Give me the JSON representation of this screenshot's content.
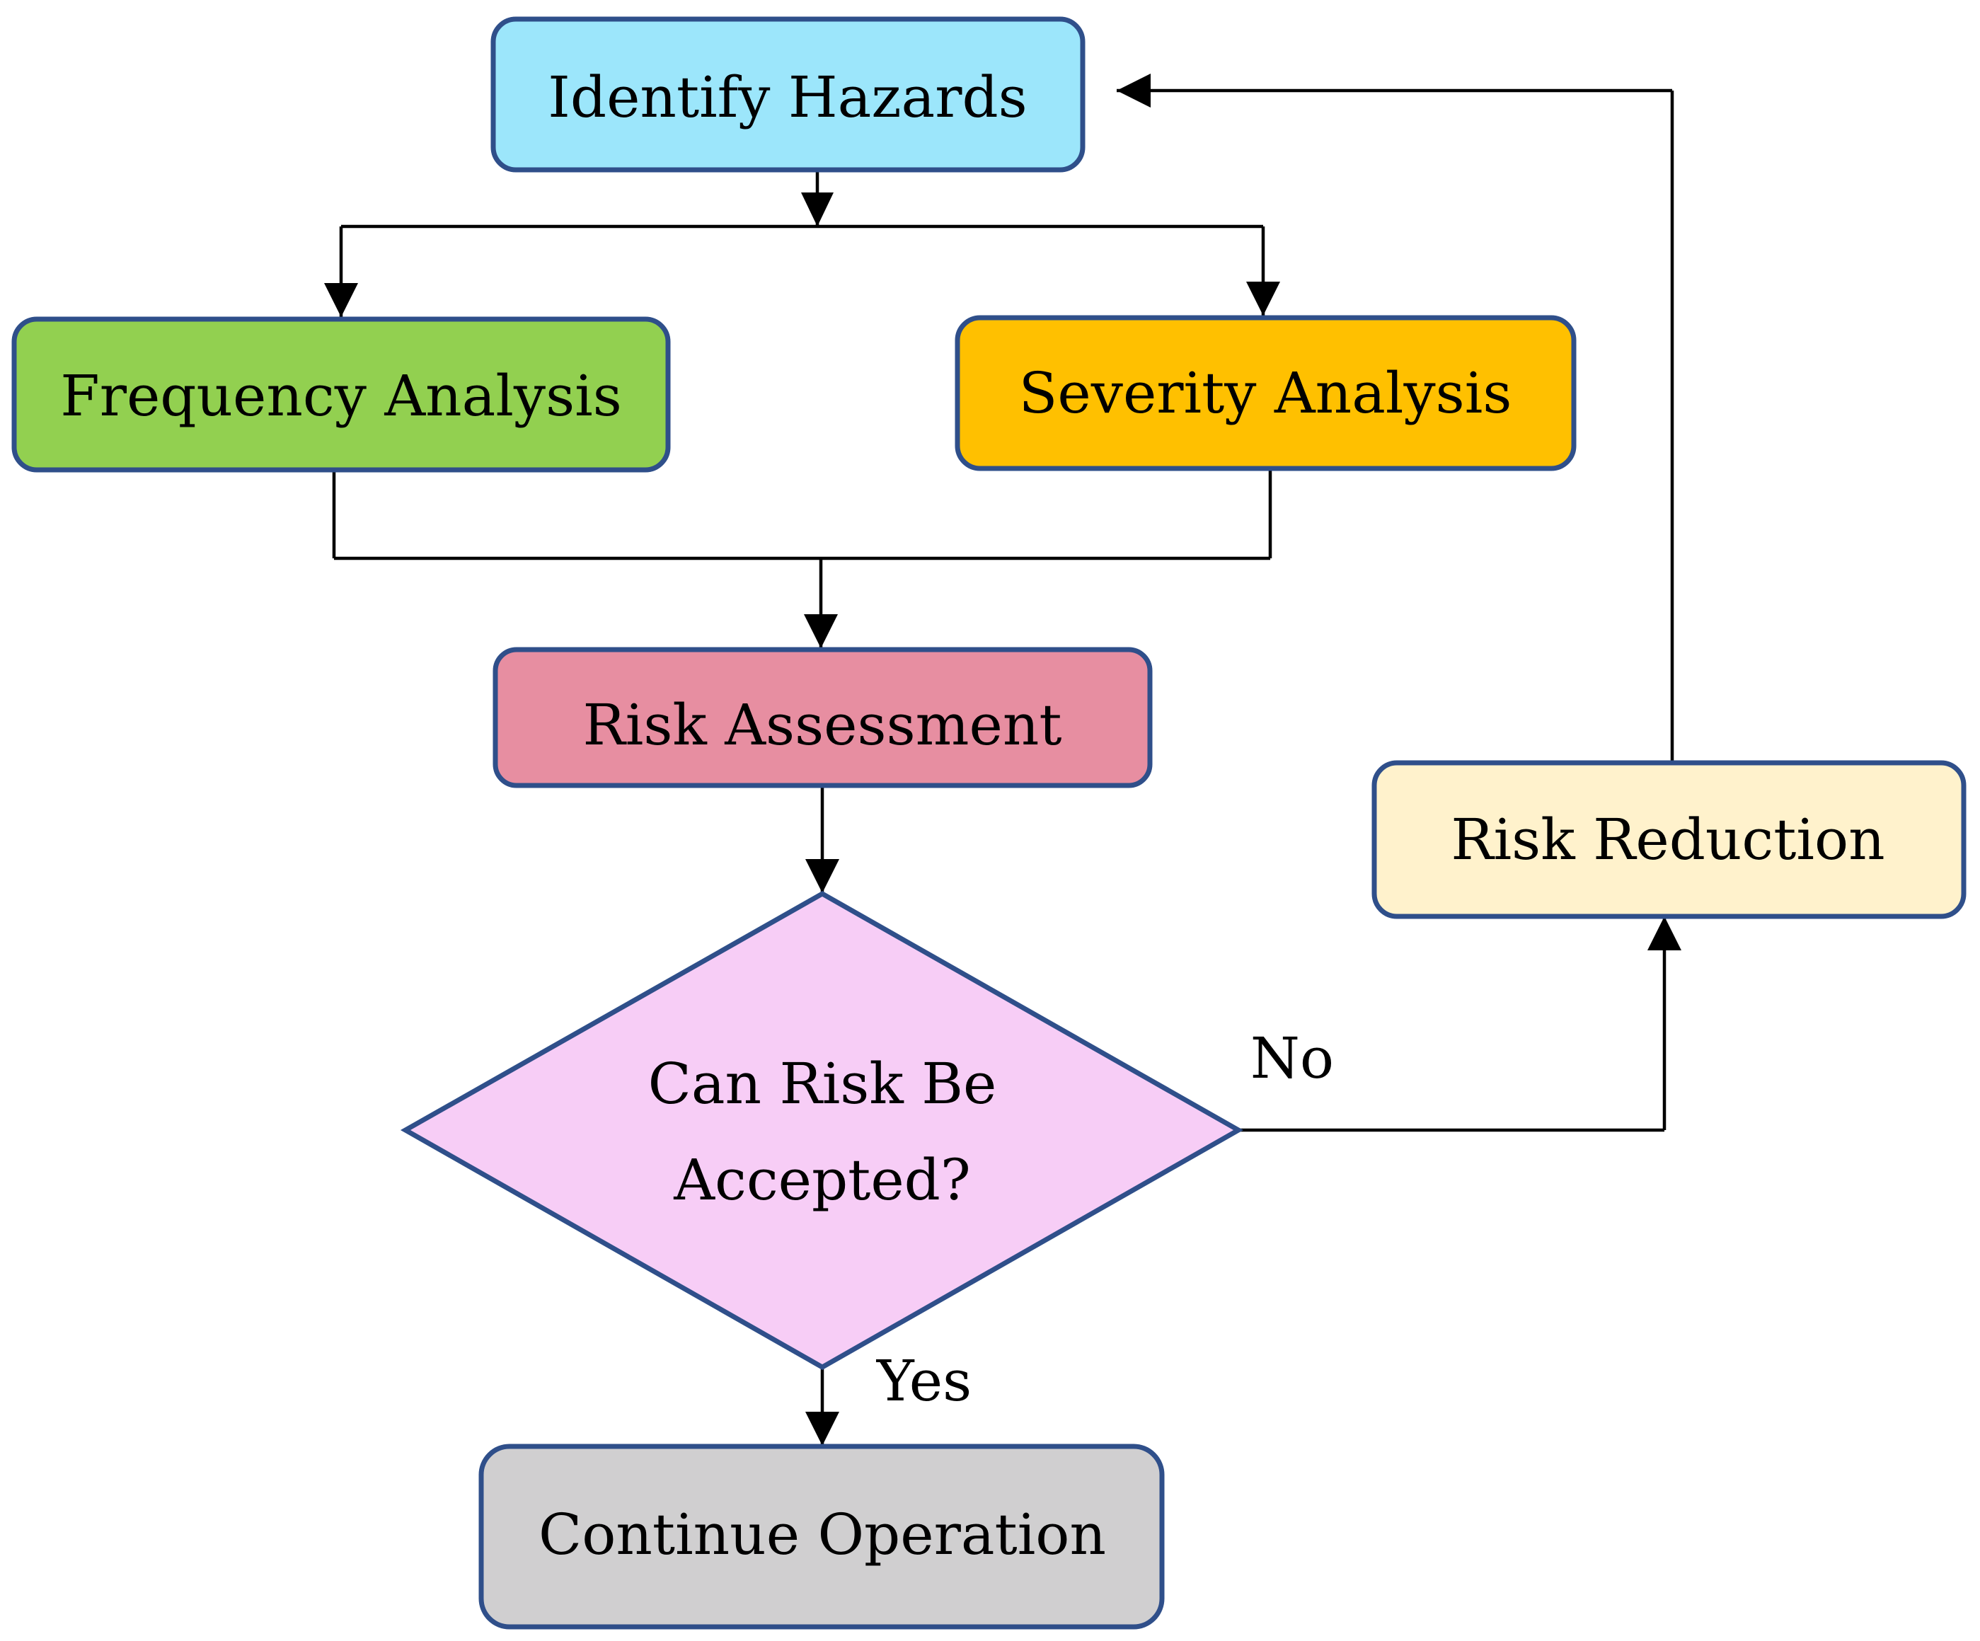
{
  "nodes": {
    "identify_hazards": {
      "label": "Identify Hazards",
      "fill": "#9ce6fb"
    },
    "frequency_analysis": {
      "label": "Frequency Analysis",
      "fill": "#92d050"
    },
    "severity_analysis": {
      "label": "Severity Analysis",
      "fill": "#ffc000"
    },
    "risk_assessment": {
      "label": "Risk Assessment",
      "fill": "#e78ea1"
    },
    "decision": {
      "line1": "Can Risk Be",
      "line2": "Accepted?",
      "fill": "#f7cdf6"
    },
    "risk_reduction": {
      "label": "Risk Reduction",
      "fill": "#fff2cc"
    },
    "continue_operation": {
      "label": "Continue Operation",
      "fill": "#d0cfd0"
    }
  },
  "edge_labels": {
    "no": "No",
    "yes": "Yes"
  },
  "colors": {
    "border": "#2f4f8a",
    "connector": "#000000"
  }
}
